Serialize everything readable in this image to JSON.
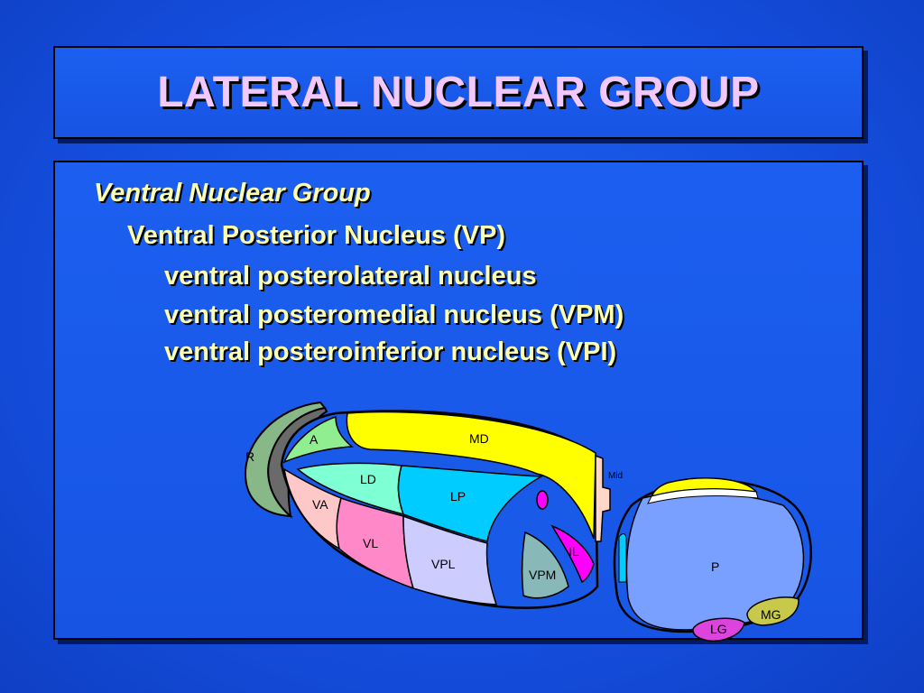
{
  "title": "LATERAL NUCLEAR GROUP",
  "lines": [
    "Ventral Nuclear Group",
    "Ventral Posterior Nucleus (VP)",
    "ventral posterolateral nucleus",
    "ventral posteromedial nucleus (VPM)",
    "ventral posteroinferior nucleus (VPI)"
  ],
  "diagram": {
    "labels": {
      "R": "R",
      "A": "A",
      "MD": "MD",
      "LD": "LD",
      "LP": "LP",
      "VA": "VA",
      "VL": "VL",
      "VPL": "VPL",
      "VPM": "VPM",
      "IL": "IL",
      "Mid": "Mid",
      "P": "P",
      "MG": "MG",
      "LG": "LG"
    },
    "colors": {
      "background": "#1550e0",
      "title_text": "#f2c8ff",
      "body_text": "#ffffb0",
      "MD": "#ffff00",
      "A": "#90ee90",
      "LD": "#7fffd4",
      "LP": "#00ccff",
      "VA": "#ffc8c8",
      "VL": "#ff88c8",
      "VPL": "#ccccff",
      "VPM": "#88b8b8",
      "IL": "#ff00ff",
      "P": "#7aa0ff",
      "MG": "#c8c84a",
      "LG": "#dd44dd",
      "R_outer": "#88b888",
      "R_inner": "#6a6a6a"
    }
  }
}
